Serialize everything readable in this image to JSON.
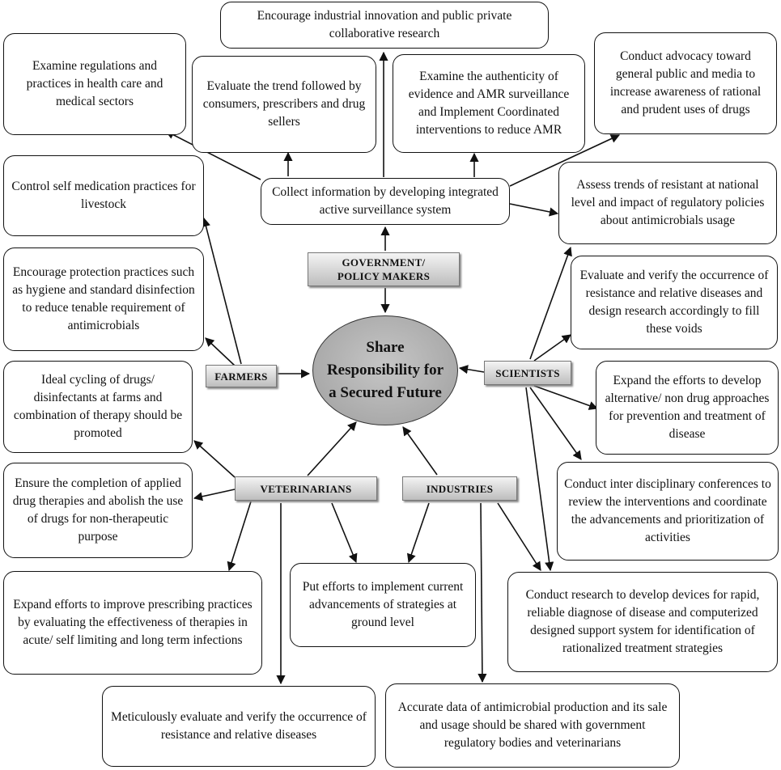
{
  "center": {
    "text": "Share Responsibility for a Secured Future"
  },
  "actors": {
    "government": "GOVERNMENT/ POLICY MAKERS",
    "farmers": "FARMERS",
    "scientists": "SCIENTISTS",
    "veterinarians": "VETERINARIANS",
    "industries": "INDUSTRIES"
  },
  "boxes": {
    "collect_info": "Collect information by developing integrated active surveillance system",
    "industrial_innovation": "Encourage industrial innovation and public private collaborative research",
    "examine_regulations": "Examine regulations and practices in health care and medical sectors",
    "evaluate_trend": "Evaluate the trend followed by consumers, prescribers and drug sellers",
    "examine_authenticity": "Examine the authenticity of evidence and AMR surveillance and Implement Coordinated interventions to reduce AMR",
    "conduct_advocacy": "Conduct advocacy toward general public and media to increase awareness of rational and prudent uses of drugs",
    "assess_trends": "Assess trends of resistant at national level and impact of regulatory policies about antimicrobials usage",
    "control_self_medication": "Control self medication practices for livestock",
    "encourage_protection": "Encourage protection practices such as hygiene and standard disinfection to reduce tenable requirement of antimicrobials",
    "evaluate_verify_resistance": "Evaluate and verify the occurrence of resistance and relative diseases and design research accordingly to fill these voids",
    "ideal_cycling": "Ideal cycling of drugs/ disinfectants at farms and combination of therapy should be promoted",
    "expand_alternative": "Expand the efforts to develop alternative/ non drug approaches for prevention and treatment of disease",
    "ensure_completion": "Ensure the completion of applied drug therapies and abolish the use of drugs for non-therapeutic purpose",
    "interdisciplinary_conferences": "Conduct inter disciplinary conferences to review the interventions and coordinate the advancements and prioritization of activities",
    "expand_prescribing": "Expand efforts to improve prescribing practices by evaluating the effectiveness of therapies in acute/ self limiting and long term infections",
    "implement_advancements": "Put efforts to implement current advancements of strategies at ground level",
    "research_devices": "Conduct research to develop devices for rapid, reliable diagnose of disease and computerized designed support system for identification of rationalized treatment strategies",
    "meticulously_evaluate": "Meticulously evaluate and verify the occurrence of resistance and relative diseases",
    "accurate_data": "Accurate data of antimicrobial production and its sale and usage should be shared with government regulatory bodies and veterinarians"
  },
  "colors": {
    "line": "#111111",
    "actor_fill": "#cfcfcf",
    "center_fill": "#a8a8a8"
  }
}
